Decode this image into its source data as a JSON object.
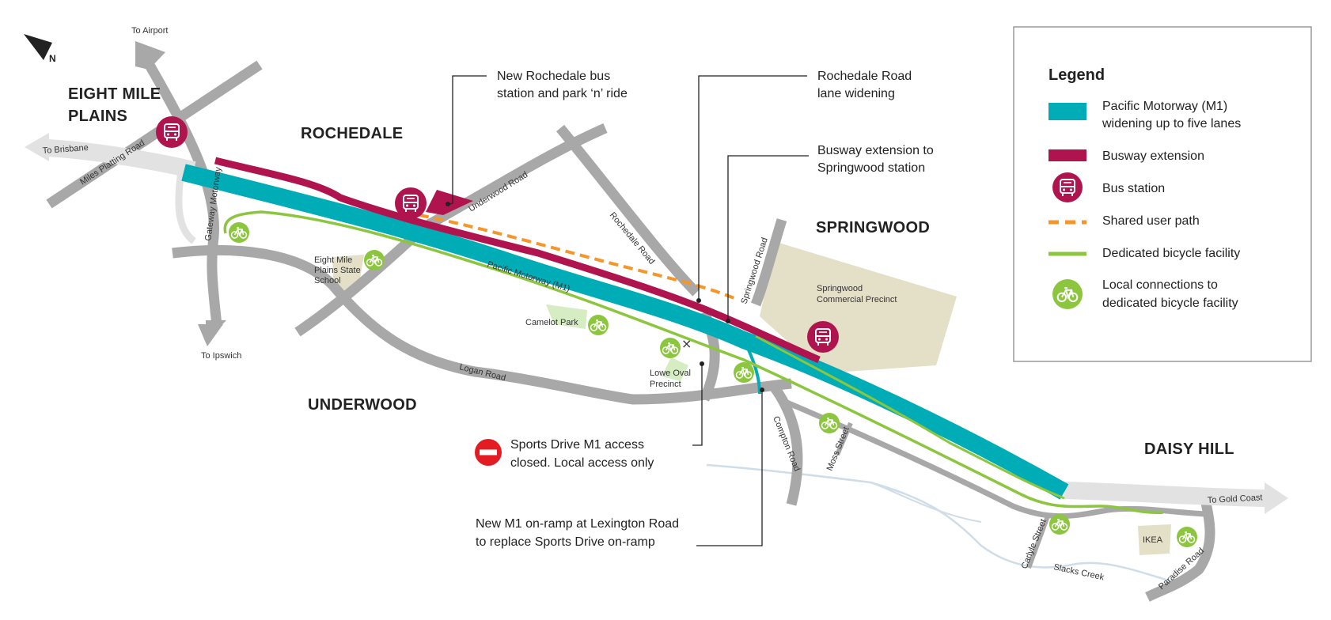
{
  "map": {
    "north_label": "N",
    "places": {
      "eight_mile_plains_1": "EIGHT MILE",
      "eight_mile_plains_2": "PLAINS",
      "rochedale": "ROCHEDALE",
      "springwood": "SPRINGWOOD",
      "underwood": "UNDERWOOD",
      "daisy_hill": "DAISY HILL"
    },
    "directions": {
      "airport": "To Airport",
      "brisbane": "To Brisbane",
      "ipswich": "To Ipswich",
      "gold_coast": "To Gold Coast"
    },
    "roads": {
      "miles_platting": "Miles Platting Road",
      "gateway": "Gateway Motorway",
      "underwood": "Underwood Road",
      "rochedale": "Rochedale Road",
      "springwood": "Springwood Road",
      "pacific": "Pacific Motorway (M1)",
      "logan": "Logan Road",
      "compton": "Compton Road",
      "moss": "Moss Street",
      "carlyle": "Carlyle Street",
      "paradise": "Paradise Road",
      "slacks_creek": "Slacks Creek"
    },
    "landmarks": {
      "school_1": "Eight Mile",
      "school_2": "Plains State",
      "school_3": "School",
      "camelot": "Camelot Park",
      "lowe_1": "Lowe Oval",
      "lowe_2": "Precinct",
      "springwood_cp_1": "Springwood",
      "springwood_cp_2": "Commercial Precinct",
      "ikea": "IKEA"
    },
    "callouts": {
      "rochedale_bus_1": "New Rochedale bus",
      "rochedale_bus_2": "station and park ‘n’ ride",
      "rochedale_road_1": "Rochedale Road",
      "rochedale_road_2": "lane widening",
      "busway_ext_1": "Busway extension to",
      "busway_ext_2": "Springwood station",
      "sports_drive_1": "Sports Drive M1 access",
      "sports_drive_2": "closed. Local access only",
      "lexington_1": "New M1 on-ramp at Lexington Road",
      "lexington_2": "to replace Sports Drive on-ramp"
    },
    "colors": {
      "motorway": "#00aeb8",
      "busway": "#b0144f",
      "shared_path": "#f5952a",
      "bicycle": "#8cc63f",
      "road": "#a7a7a7",
      "precinct": "#e6e0c8",
      "creek": "#ccdbe6"
    }
  },
  "legend": {
    "title": "Legend",
    "items": [
      {
        "lines": [
          "Pacific Motorway (M1)",
          "widening up to five lanes"
        ],
        "icon": "motorway-swatch"
      },
      {
        "lines": [
          "Busway extension"
        ],
        "icon": "busway-swatch"
      },
      {
        "lines": [
          "Bus station"
        ],
        "icon": "bus-icon"
      },
      {
        "lines": [
          "Shared user path"
        ],
        "icon": "dashed-orange-line"
      },
      {
        "lines": [
          "Dedicated bicycle facility"
        ],
        "icon": "green-line"
      },
      {
        "lines": [
          "Local connections to",
          "dedicated bicycle facility"
        ],
        "icon": "bicycle-icon"
      }
    ]
  }
}
